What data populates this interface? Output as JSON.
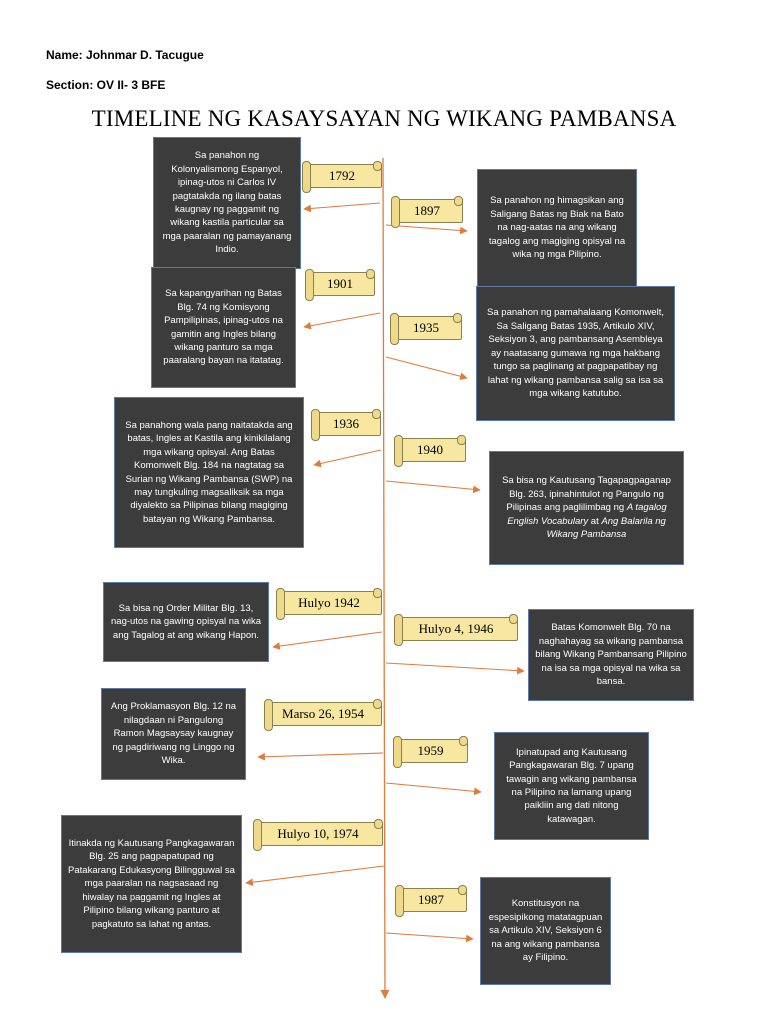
{
  "header": {
    "name": "Name: Johnmar D. Tacugue",
    "section": "Section: OV II- 3 BFE",
    "title": "TIMELINE NG KASAYSAYAN NG WIKANG PAMBANSA"
  },
  "colors": {
    "box_bg": "#3c3c3c",
    "scroll_fill": "#f7e7a0",
    "line": "#e07b3c"
  },
  "events": [
    {
      "year": "1792",
      "text": "Sa panahon ng Kolonyalismong Espanyol, ipinag-utos ni Carlos IV pagtatakda ng ilang batas kaugnay ng paggamit ng wikang kastila particular sa mga paaralan ng pamayanang Indio."
    },
    {
      "year": "1897",
      "text": "Sa panahon ng himagsikan ang Saligang Batas ng Biak na Bato na nag-aatas na ang wikang tagalog ang magiging opisyal na wika ng mga Pilipino."
    },
    {
      "year": "1901",
      "text": "Sa kapangyarihan ng Batas Blg. 74 ng Komisyong Pampilipinas, ipinag-utos na gamitin ang Ingles bilang wikang panturo sa mga paaralang bayan na itatatag."
    },
    {
      "year": "1935",
      "text": "Sa panahon ng pamahalaang Komonwelt, Sa Saligang Batas 1935, Artikulo XIV, Seksiyon 3, ang pambansang Asembleya ay naatasang gumawa ng mga hakbang tungo sa paglinang at pagpapatibay ng lahat ng wikang pambansa salig sa isa sa mga wikang katutubo."
    },
    {
      "year": "1936",
      "text": "Sa panahong wala pang naitatakda ang batas, Ingles at Kastila ang kinikilalang mga wikang opisyal. Ang Batas Komonwelt Blg. 184 na nagtatag sa Surian ng Wikang Pambansa (SWP) na may tungkuling magsaliksik sa mga diyalekto sa Pilipinas bilang magiging batayan ng Wikang Pambansa."
    },
    {
      "year": "1940",
      "text_a": "Sa bisa ng Kautusang Tagapagpaganap Blg. 263, ipinahintulot ng Pangulo ng Pilipinas ang paglilimbag ng ",
      "text_b": "A tagalog English Vocabulary",
      "text_c": " at ",
      "text_d": "Ang Balarila ng Wikang Pambansa"
    },
    {
      "year": "Hulyo 1942",
      "text": "Sa bisa ng Order Militar Blg. 13, nag-utos na gawing opisyal na wika ang Tagalog at ang wikang Hapon."
    },
    {
      "year": "Hulyo 4, 1946",
      "text": "Batas Komonwelt Blg. 70 na naghahayag sa wikang pambansa bilang Wikang Pambansang Pilipino na isa sa mga opisyal na wika sa bansa."
    },
    {
      "year": "Marso 26, 1954",
      "text": "Ang Proklamasyon Blg. 12 na nilagdaan ni Pangulong Ramon Magsaysay kaugnay ng pagdiriwang ng Linggo ng Wika."
    },
    {
      "year": "1959",
      "text": "Ipinatupad ang Kautusang Pangkagawaran Blg. 7 upang tawagin ang wikang pambansa na Pilipino na lamang upang paikliin ang dati nitong katawagan."
    },
    {
      "year": "Hulyo 10, 1974",
      "text": "Itinakda ng Kautusang Pangkagawaran Blg. 25 ang pagpapatupad ng Patakarang Edukasyong Bilingguwal sa mga paaralan na nagsasaad ng hiwalay na paggamit ng Ingles at Pilipino bilang wikang panturo at pagkatuto sa lahat ng antas."
    },
    {
      "year": "1987",
      "text": "Konstitusyon na espesipikong matatagpuan sa Artikulo XIV, Seksiyon 6 na ang wikang pambansa ay Filipino."
    }
  ]
}
